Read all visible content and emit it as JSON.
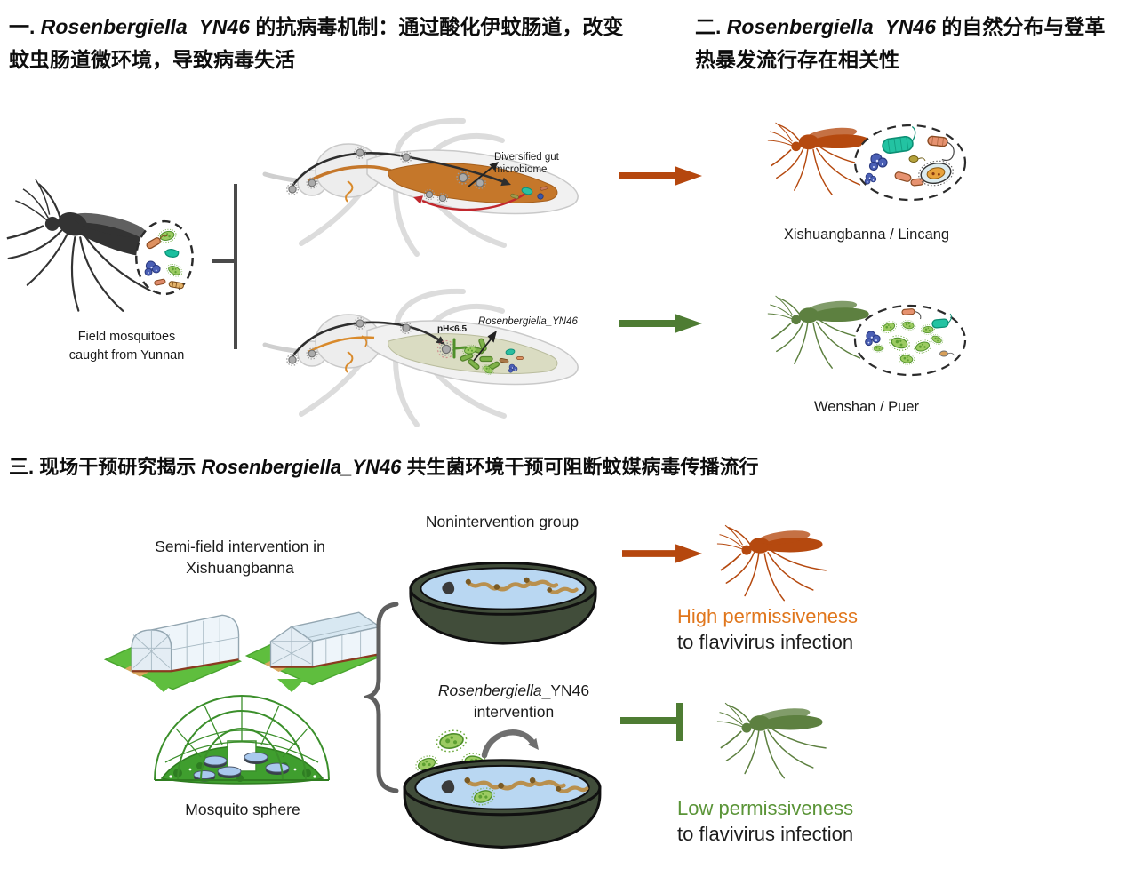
{
  "palette": {
    "rust": "#b5490f",
    "rust_text": "#e0761c",
    "olive_green_mosquito": "#5d8040",
    "green_arrow": "#4e7c33",
    "green_text": "#5a9437",
    "bright_green": "#5fbe3e",
    "bacteria_green": "#9ccb62",
    "gut_orange": "#c5772a",
    "water_blue": "#b9d7f2",
    "dish_olive": "#414d3a",
    "bracket_gray": "#5f5f5f"
  },
  "section1": {
    "heading": {
      "prefix": "一. ",
      "species": "Rosenbergiella_YN46",
      "rest": " 的抗病毒机制：通过酸化伊蚊肠道，改变蚊虫肠道微环境，导致病毒失活"
    },
    "field_mosquito_caption_line1": "Field mosquitoes",
    "field_mosquito_caption_line2": "caught from Yunnan",
    "gut_microbiome_label_line1": "Diversified gut",
    "gut_microbiome_label_line2": "microbiome",
    "ph_label": "pH<6.5",
    "yn46_gut_label": "Rosenbergiella_YN46",
    "location_top": "Xishuangbanna / Lincang",
    "location_bottom": "Wenshan / Puer"
  },
  "section2": {
    "heading": {
      "prefix": "二. ",
      "species": "Rosenbergiella_YN46",
      "rest": " 的自然分布与登革热暴发流行存在相关性"
    }
  },
  "section3": {
    "heading": {
      "prefix": "三. 现场干预研究揭示 ",
      "species": "Rosenbergiella_YN46",
      "rest": " 共生菌环境干预可阻断蚊媒病毒传播流行"
    },
    "nonintervention_label": "Nonintervention group",
    "semifield_label_line1": "Semi-field intervention in",
    "semifield_label_line2": "Xishuangbanna",
    "sphere_label": "Mosquito sphere",
    "intervention_species": "Rosenbergiella",
    "intervention_species_suffix": "_YN46",
    "intervention_label_line2": "intervention",
    "high_permissiveness": "High permissiveness",
    "high_sub": "to flavivirus infection",
    "low_permissiveness": "Low permissiveness",
    "low_sub": "to flavivirus infection"
  }
}
